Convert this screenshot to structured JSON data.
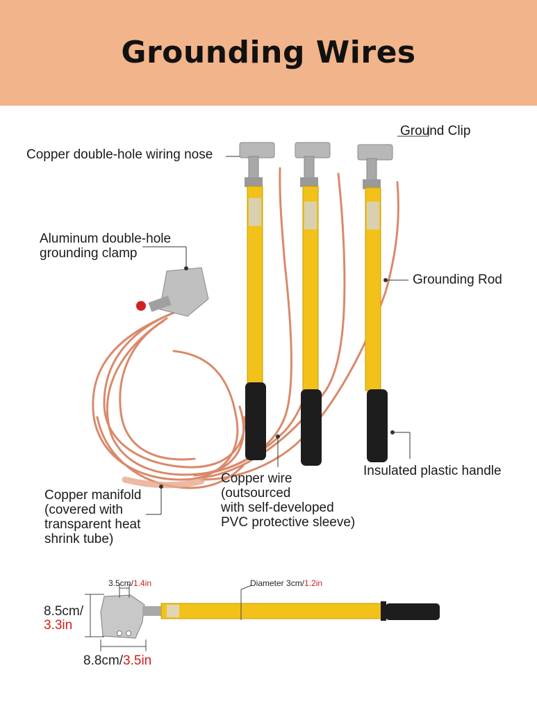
{
  "title": "Grounding Wires",
  "labels": {
    "ground_clip": "Ground Clip",
    "copper_nose": "Copper double-hole wiring nose",
    "aluminum_clamp": [
      "Aluminum double-hole",
      "grounding clamp"
    ],
    "grounding_rod": "Grounding Rod",
    "insulated_handle": "Insulated plastic handle",
    "copper_wire": [
      "Copper wire",
      "(outsourced",
      "with self-developed",
      "PVC protective sleeve)"
    ],
    "copper_manifold": [
      "Copper manifold",
      "(covered with",
      "transparent heat",
      "shrink tube)"
    ]
  },
  "dimensions": {
    "clip_width_cm": "3.5cm/",
    "clip_width_in": "1.4in",
    "diameter_cm": "Diameter 3cm/",
    "diameter_in": "1.2in",
    "height_cm": "8.5cm/",
    "height_in": "3.3in",
    "length_cm": "8.8cm/",
    "length_in": "3.5in"
  },
  "colors": {
    "banner": "#f2b48a",
    "rod_yellow": "#f3c21a",
    "copper": "#d9896a",
    "handle_black": "#1d1d1d",
    "accent_red": "#d21c1c"
  }
}
